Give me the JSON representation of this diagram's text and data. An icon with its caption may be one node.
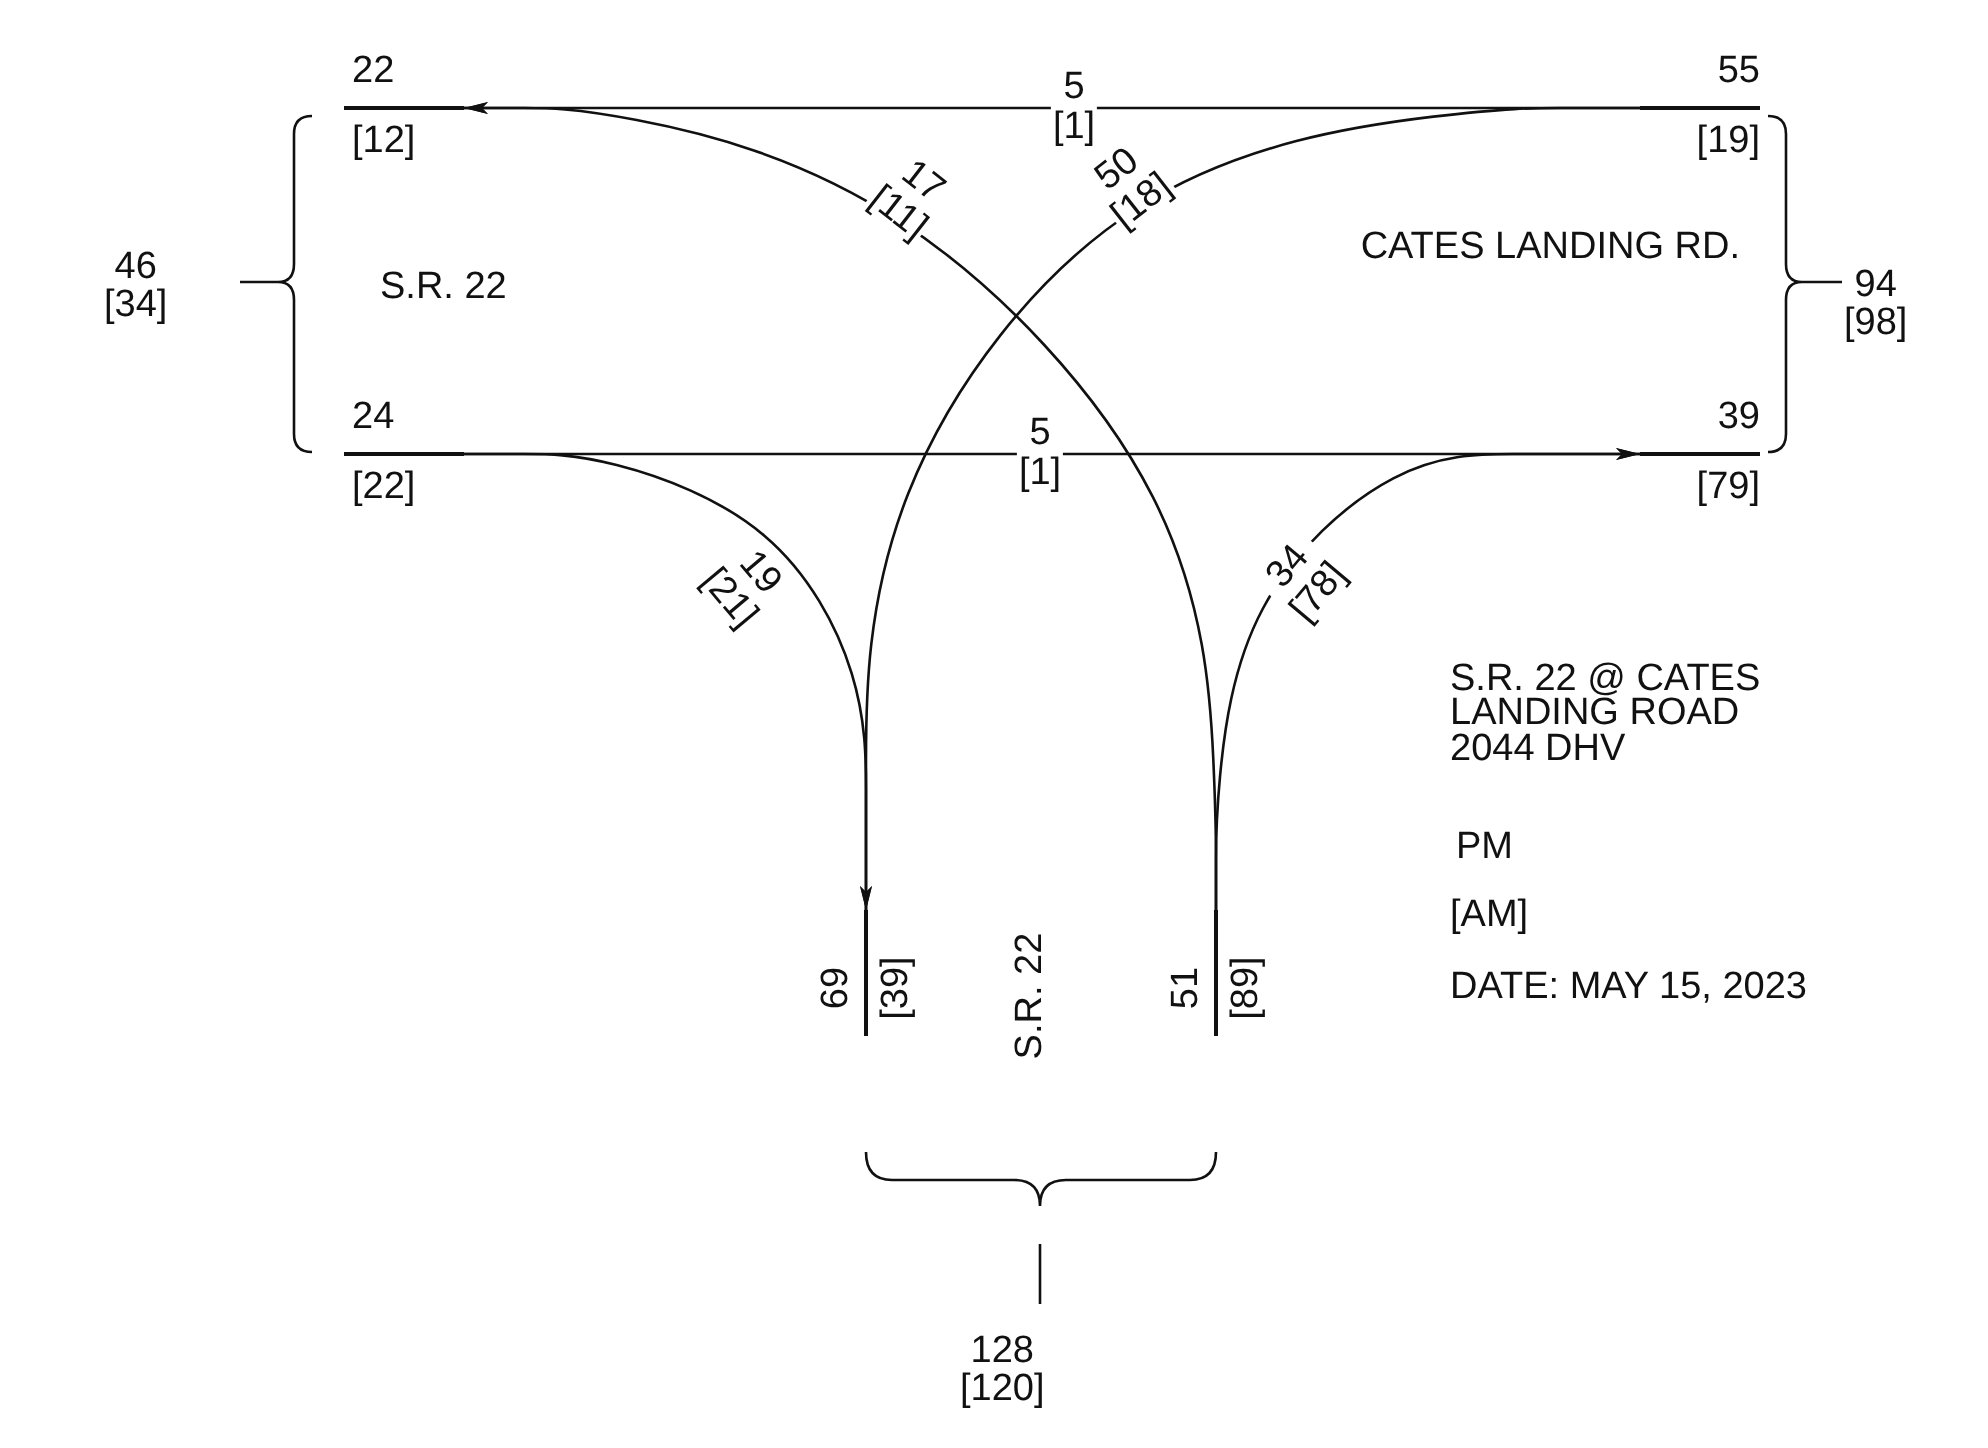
{
  "diagram": {
    "nodes": [
      {
        "text": [
          "22",
          "[12]"
        ]
      },
      {
        "text": [
          "55",
          "[19]"
        ]
      },
      {
        "text": [
          "24",
          "[22]"
        ]
      },
      {
        "text": [
          "39",
          "[79]"
        ]
      },
      {
        "text": [
          "69",
          "[39]"
        ]
      },
      {
        "text": [
          "51",
          "[89]"
        ]
      }
    ],
    "edges": [
      {
        "from": 1,
        "to": 0,
        "arrow": "to",
        "label": "5 [1]"
      },
      {
        "from": 1,
        "to": 4,
        "arrow": "to",
        "label": "50 [18]"
      },
      {
        "from": 5,
        "to": 0,
        "arrow": "to",
        "label": "17 [11]"
      },
      {
        "from": 2,
        "to": 3,
        "arrow": "to",
        "label": "5 [1]"
      },
      {
        "from": 2,
        "to": 4,
        "arrow": "to",
        "label": "19 [21]"
      },
      {
        "from": 5,
        "to": 3,
        "arrow": "to",
        "label": "34 [78]"
      }
    ],
    "labels": [
      "46 [34]",
      "S.R. 22",
      "CATES LANDING RD.",
      "94 [98]",
      "S.R. 22 @ CATES LANDING ROAD 2044 DHV",
      "PM",
      "[AM]",
      "S.R. 22",
      "DATE: MAY 15, 2023",
      "128 [120]"
    ]
  }
}
